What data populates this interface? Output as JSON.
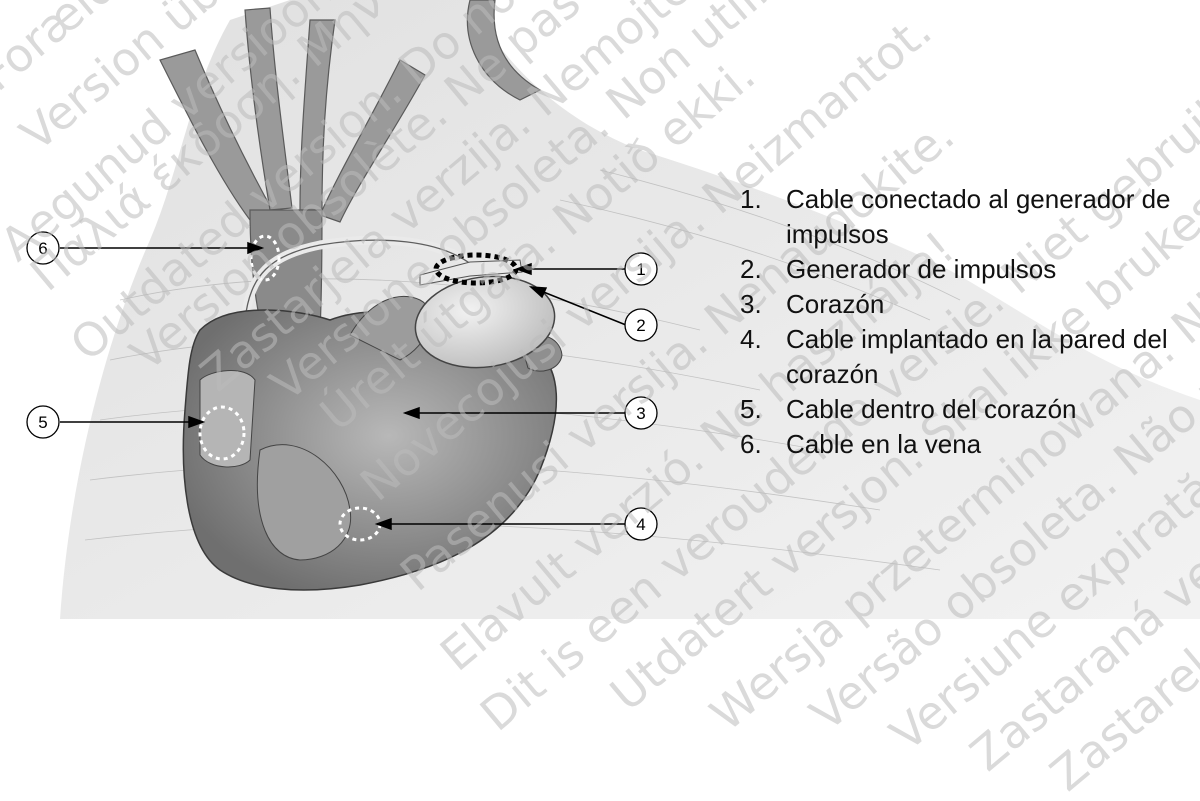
{
  "callouts": [
    "1",
    "2",
    "3",
    "4",
    "5",
    "6"
  ],
  "legend": [
    {
      "number": "1.",
      "text": "Cable conectado al generador de impulsos"
    },
    {
      "number": "2.",
      "text": "Generador de impulsos"
    },
    {
      "number": "3.",
      "text": "Corazón"
    },
    {
      "number": "4.",
      "text": "Cable implantado en la pared del corazón"
    },
    {
      "number": "5.",
      "text": "Cable dentro del corazón"
    },
    {
      "number": "6.",
      "text": "Cable en la vena"
    }
  ],
  "watermarks": [
    "Aegunud versioon. Ärge kasutage.",
    "Version überholt. Nicht verwenden.",
    "Forældet version. Må ikke anvendes.",
    "Παλιά έκδοση. Μην την χρησιμοποιείτε.",
    "Outdated version. Do not use.",
    "Version obsolète. Ne pas utiliser.",
    "Zastarjela verzija. Nemojte upotrebljavati.",
    "Versione obsoleta. Non utilizzare.",
    "Úrelt útgáfa. Notið ekki.",
    "Novecojusi versija. Neizmantot.",
    "Pasenusi versija. Nenaudokite.",
    "Elavult verzió. Ne használja!",
    "Dit is een verouderde versie. Niet gebruiken.",
    "Utdatert versjon. Skal ikke brukes.",
    "Wersja przeterminowana. Nie używać.",
    "Versão obsoleta. Não utilize.",
    "Versiune expirată. A nu se utiliza.",
    "Zastaraná verzia. Nepoužívať.",
    "Zastarela različica. Ne uporabite."
  ],
  "colors": {
    "callout_line": "#000000",
    "highlight_dots": "#ffffff",
    "tissue": "#7a7a7a"
  }
}
